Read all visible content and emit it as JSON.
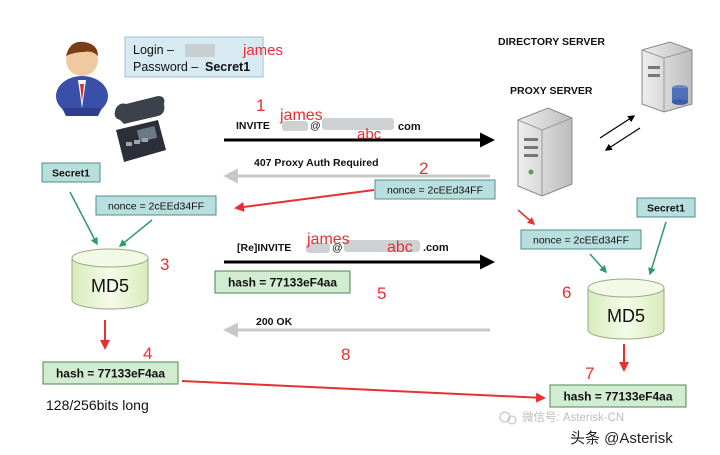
{
  "login": {
    "login_label": "Login –",
    "password_label": "Password –",
    "password_value": "Secret1",
    "annotation_name": "james"
  },
  "servers": {
    "directory_label": "DIRECTORY SERVER",
    "proxy_label": "PROXY SERVER"
  },
  "messages": {
    "invite_prefix": "INVITE",
    "invite_suffix": "com",
    "invite_user_annotation": "james",
    "invite_domain_annotation": "abc",
    "proxy_auth": "407 Proxy Auth Required",
    "reinvite_prefix": "[Re]INVITE",
    "reinvite_suffix": ".com",
    "reinvite_user_annotation": "james",
    "reinvite_domain_annotation": "abc",
    "ok": "200 OK"
  },
  "boxes": {
    "secret_left": "Secret1",
    "secret_right": "Secret1",
    "nonce_server": "nonce = 2cEEd34FF",
    "nonce_client": "nonce = 2cEEd34FF",
    "nonce_proxy": "nonce = 2cEEd34FF",
    "hash_message": "hash = 77133eF4aa",
    "hash_client": "hash = 77133eF4aa",
    "hash_server": "hash = 77133eF4aa"
  },
  "md5": {
    "left": "MD5",
    "right": "MD5"
  },
  "steps": {
    "s1": "1",
    "s2": "2",
    "s3": "3",
    "s4": "4",
    "s5": "5",
    "s6": "6",
    "s7": "7",
    "s8": "8"
  },
  "bits_note": "128/256bits long",
  "watermark": {
    "wechat": "微信号: Asterisk-CN",
    "toutiao": "头条 @Asterisk"
  },
  "colors": {
    "box_fill": "#b9dede",
    "box_stroke": "#4f8f8f",
    "hash_fill": "#d2ecd2",
    "hash_stroke": "#4a8a4a",
    "red": "#e83030",
    "green": "#2e9a6a",
    "cyl_fill": "#e8f6d2",
    "cyl_stroke": "#9aaa80"
  }
}
